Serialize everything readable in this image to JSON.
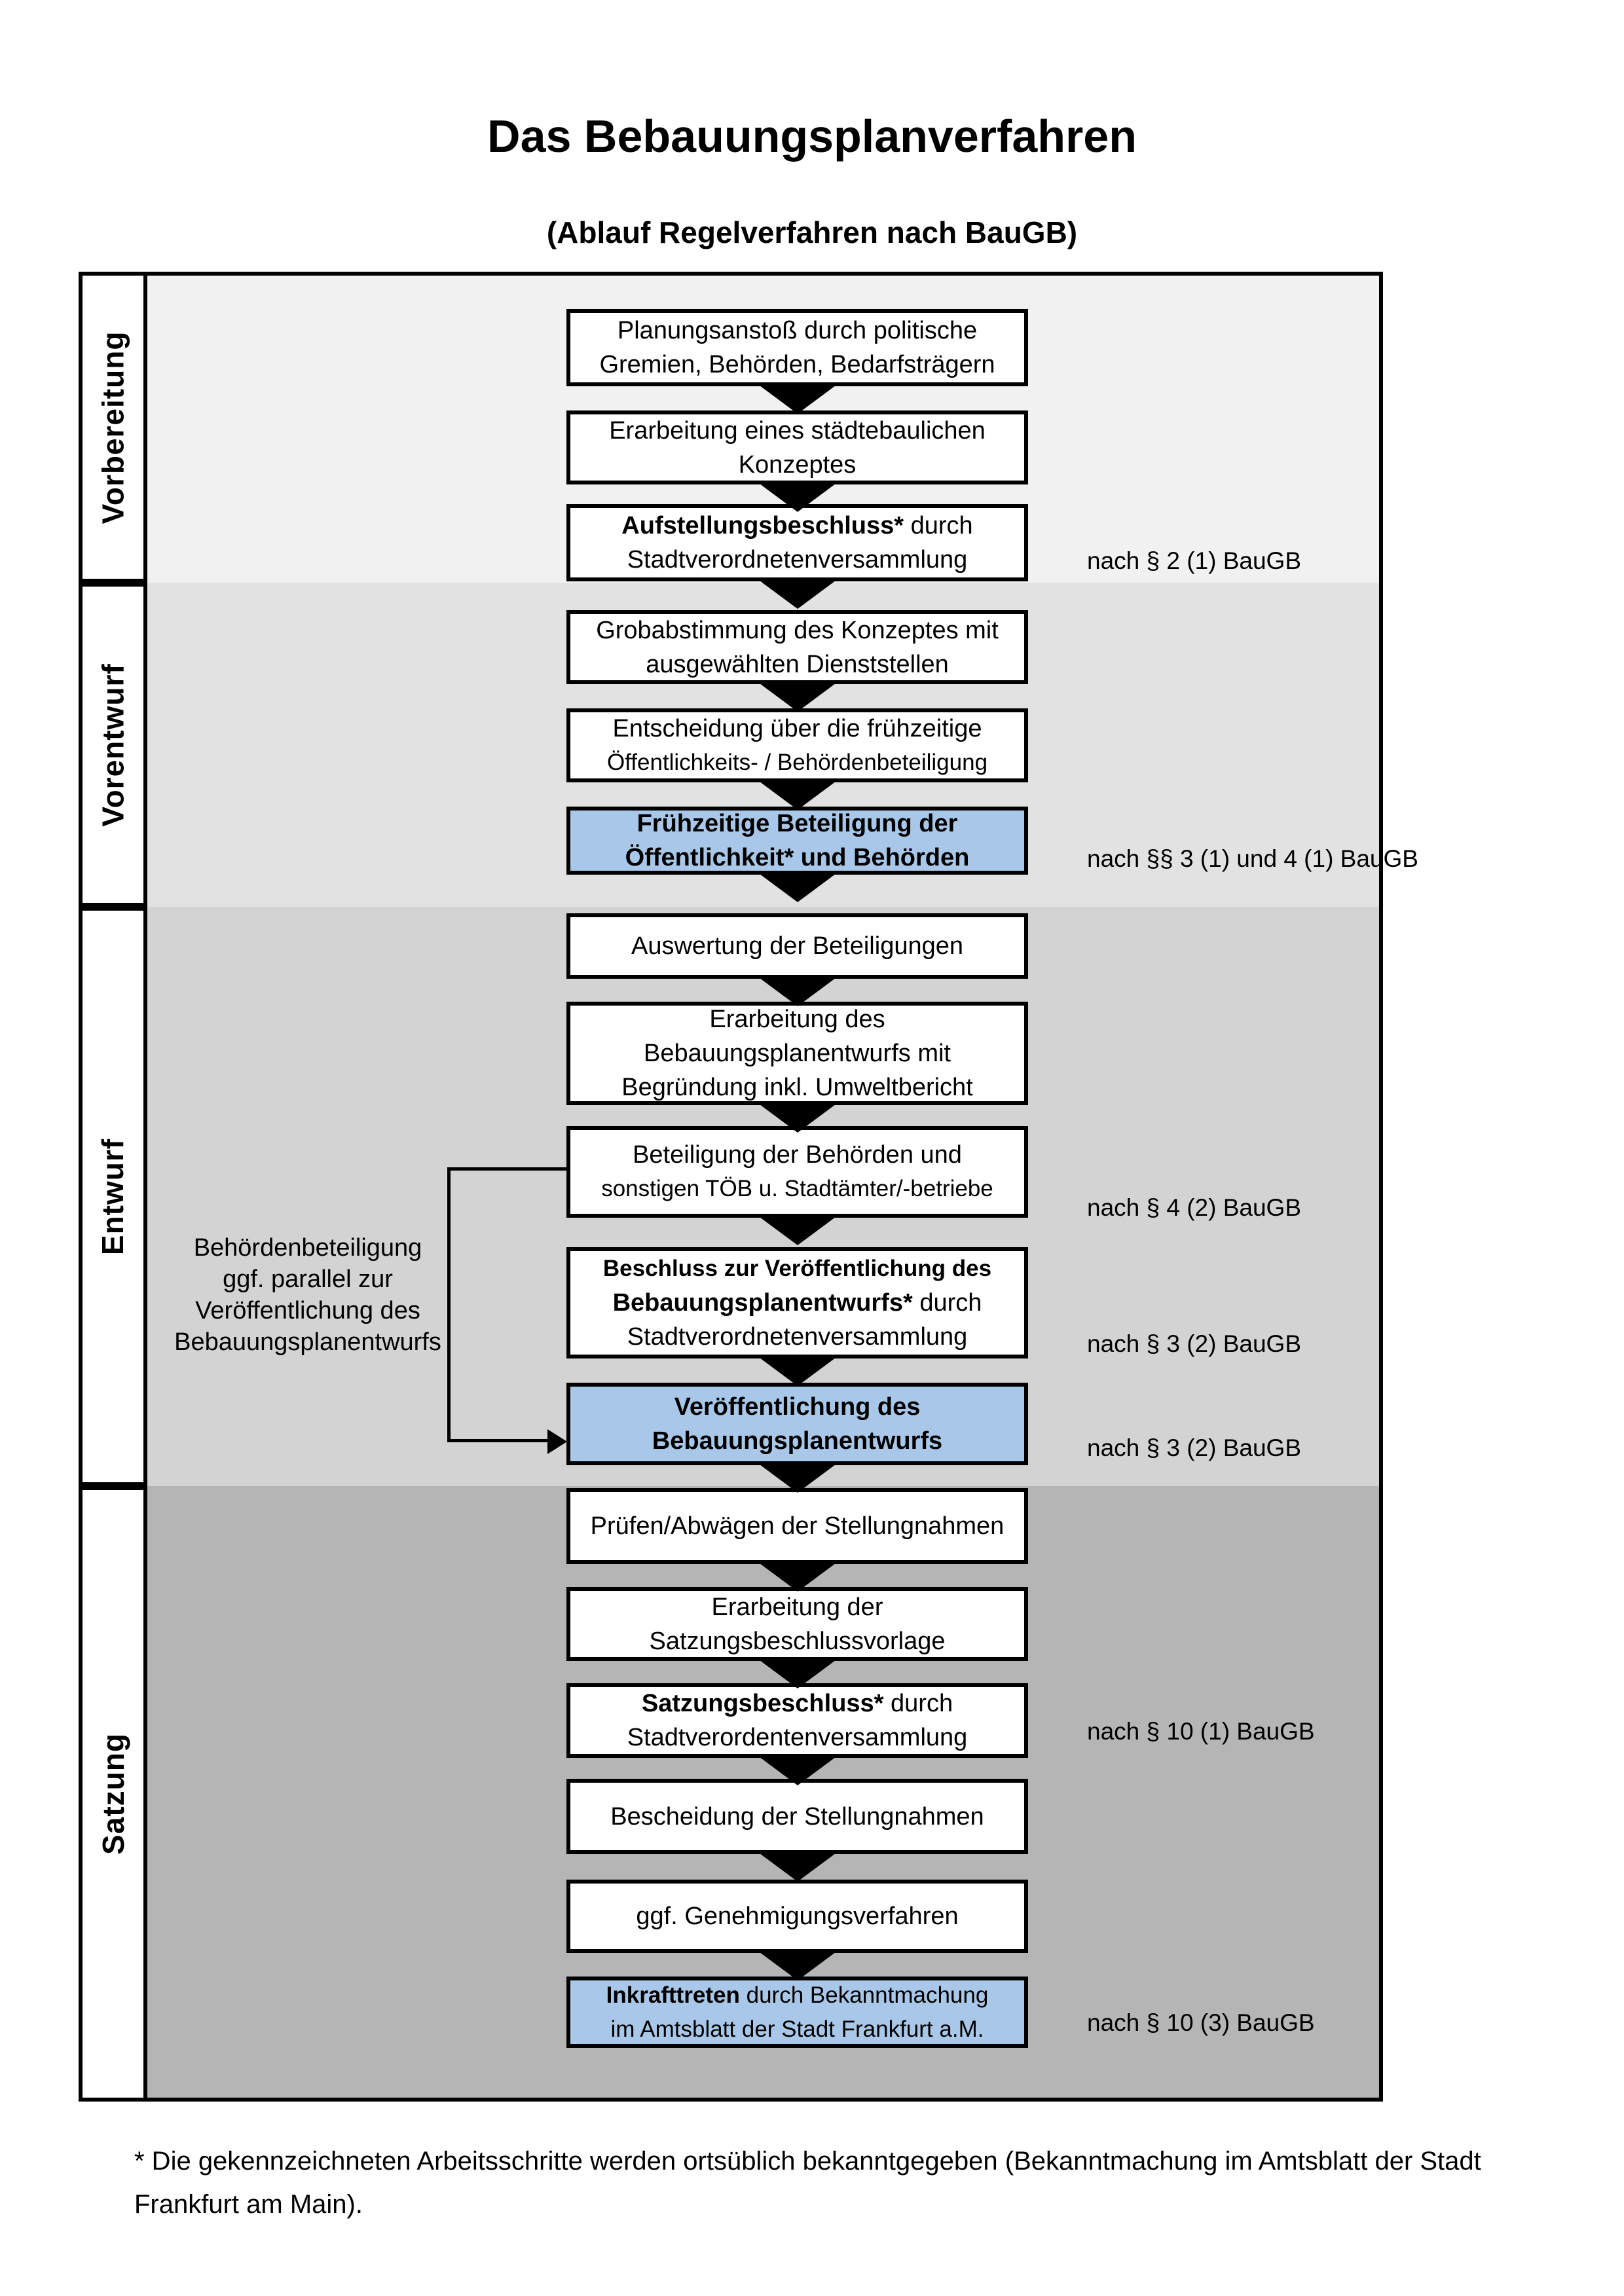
{
  "title": "Das Bebauungsplanverfahren",
  "subtitle": "(Ablauf Regelverfahren nach BauGB)",
  "phases": [
    {
      "label": "Vorbereitung"
    },
    {
      "label": "Vorentwurf"
    },
    {
      "label": "Entwurf"
    },
    {
      "label": "Satzung"
    }
  ],
  "boxes": [
    {
      "lines": [
        {
          "r": "Planungsanstoß durch politische"
        },
        {
          "r": "Gremien, Behörden, Bedarfsträgern"
        }
      ]
    },
    {
      "lines": [
        {
          "r": "Erarbeitung eines städtebaulichen"
        },
        {
          "r": "Konzeptes"
        }
      ]
    },
    {
      "lines": [
        {
          "b": "Aufstellungsbeschluss*",
          "r": " durch"
        },
        {
          "r": "Stadtverordnetenversammlung"
        }
      ]
    },
    {
      "lines": [
        {
          "r": "Grobabstimmung des Konzeptes mit"
        },
        {
          "r": "ausgewählten Dienststellen"
        }
      ]
    },
    {
      "lines": [
        {
          "r": "Entscheidung über die frühzeitige"
        },
        {
          "r": "Öffentlichkeits- / Behördenbeteiligung"
        }
      ]
    },
    {
      "highlighted": true,
      "lines": [
        {
          "b": "Frühzeitige Beteiligung der"
        },
        {
          "b": "Öffentlichkeit* und Behörden"
        }
      ]
    },
    {
      "lines": [
        {
          "r": "Auswertung der Beteiligungen"
        }
      ]
    },
    {
      "lines": [
        {
          "r": "Erarbeitung des"
        },
        {
          "r": "Bebauungsplanentwurfs mit"
        },
        {
          "r": "Begründung inkl. Umweltbericht"
        }
      ]
    },
    {
      "lines": [
        {
          "r": "Beteiligung der Behörden und"
        },
        {
          "r": "sonstigen TÖB u. Stadtämter/-betriebe"
        }
      ]
    },
    {
      "lines": [
        {
          "b": "Beschluss zur Veröffentlichung des"
        },
        {
          "b": "Bebauungsplanentwurfs*",
          "r": " durch"
        },
        {
          "r": "Stadtverordnetenversammlung"
        }
      ]
    },
    {
      "highlighted": true,
      "lines": [
        {
          "b": "Veröffentlichung des"
        },
        {
          "b": "Bebauungsplanentwurfs"
        }
      ]
    },
    {
      "lines": [
        {
          "r": "Prüfen/Abwägen der Stellungnahmen"
        }
      ]
    },
    {
      "lines": [
        {
          "r": "Erarbeitung der"
        },
        {
          "r": "Satzungsbeschlussvorlage"
        }
      ]
    },
    {
      "lines": [
        {
          "b": "Satzungsbeschluss*",
          "r": " durch"
        },
        {
          "r": "Stadtverordentenversammlung"
        }
      ]
    },
    {
      "lines": [
        {
          "r": "Bescheidung der Stellungnahmen"
        }
      ]
    },
    {
      "lines": [
        {
          "r": "ggf. Genehmigungsverfahren"
        }
      ]
    },
    {
      "highlighted": true,
      "lines": [
        {
          "b": "Inkrafttreten",
          "r": " durch Bekanntmachung"
        },
        {
          "r": "im Amtsblatt der Stadt Frankfurt a.M."
        }
      ]
    }
  ],
  "refs": [
    {
      "text": "nach § 2 (1) BauGB"
    },
    {
      "text": "nach §§ 3 (1) und 4 (1) BauGB"
    },
    {
      "text": "nach § 4 (2) BauGB"
    },
    {
      "text": "nach § 3 (2) BauGB"
    },
    {
      "text": "nach § 3 (2) BauGB"
    },
    {
      "text": "nach § 10 (1) BauGB"
    },
    {
      "text": "nach § 10 (3) BauGB"
    }
  ],
  "sidenote": {
    "lines": [
      "Behördenbeteiligung",
      "ggf. parallel zur",
      "Veröffentlichung des",
      "Bebauungsplanentwurfs"
    ]
  },
  "footnote": {
    "lines": [
      "* Die gekennzeichneten Arbeitsschritte werden ortsüblich bekanntgegeben (Bekanntmachung im Amtsblatt  der Stadt",
      "Frankfurt am Main)."
    ]
  },
  "colors": {
    "highlight_blue": "#a9c7e8",
    "section_backgrounds": [
      "#f1f1f1",
      "#e2e2e2",
      "#d3d3d3",
      "#b5b5b5"
    ],
    "box_border": "#000000",
    "text": "#000000"
  }
}
